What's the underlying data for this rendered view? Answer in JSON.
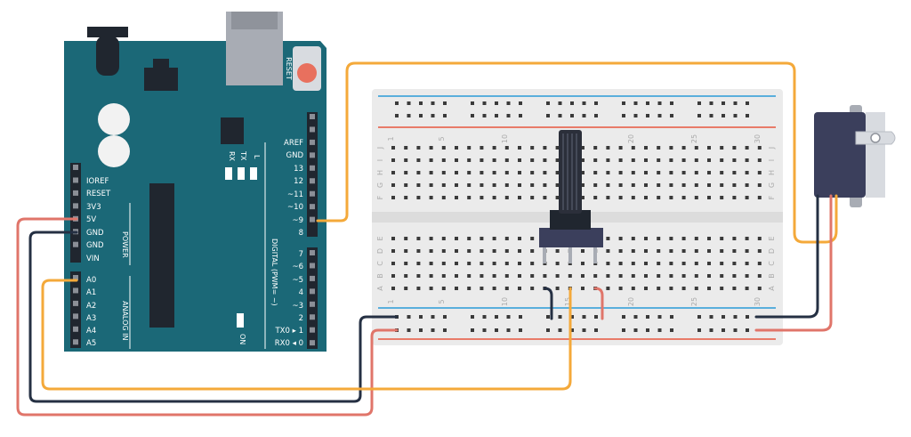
{
  "arduino": {
    "power_header": [
      "IOREF",
      "RESET",
      "3V3",
      "5V",
      "GND",
      "GND",
      "VIN"
    ],
    "analog_header": [
      "A0",
      "A1",
      "A2",
      "A3",
      "A4",
      "A5"
    ],
    "digital_top": [
      "AREF",
      "GND",
      "13",
      "12",
      "~11",
      "~10",
      "~9",
      "8"
    ],
    "digital_bottom": [
      "7",
      "~6",
      "~5",
      "4",
      "~3",
      "2",
      "TX0 ▸ 1",
      "RX0 ◂ 0"
    ],
    "power_label": "POWER",
    "analog_label": "ANALOG IN",
    "digital_label": "DIGITAL (PWM= ~)",
    "reset_label": "RESET",
    "leds": [
      "RX",
      "TX",
      "L"
    ],
    "on_label": "ON"
  },
  "breadboard": {
    "column_numbers": [
      "1",
      "5",
      "10",
      "15",
      "20",
      "25",
      "30"
    ],
    "rows_top": [
      "J",
      "I",
      "H",
      "G",
      "F"
    ],
    "rows_bottom": [
      "E",
      "D",
      "C",
      "B",
      "A"
    ]
  },
  "colors": {
    "board": "#1b6877",
    "wire_orange": "#f4a93a",
    "wire_red": "#e0756a",
    "wire_dark": "#253043",
    "rail_blue": "#2b9bd8",
    "rail_red": "#e8563e",
    "servo": "#3b3f5c"
  }
}
